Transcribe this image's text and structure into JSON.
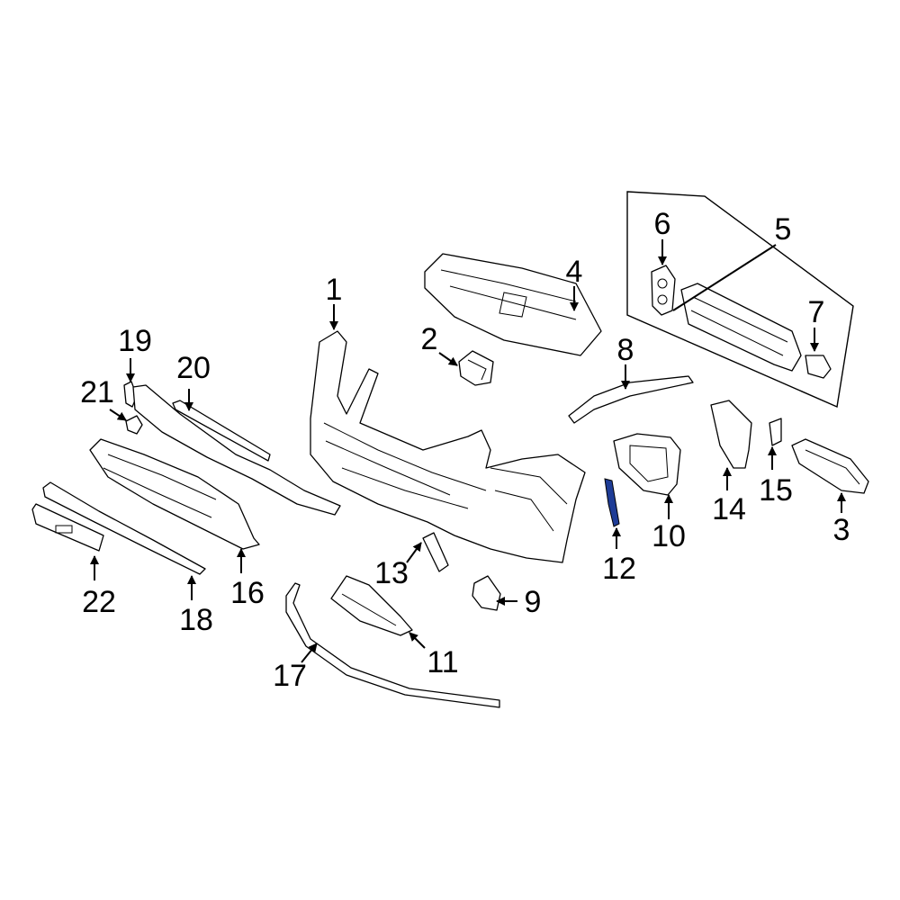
{
  "callouts": {
    "c1": "1",
    "c2": "2",
    "c3": "3",
    "c4": "4",
    "c5": "5",
    "c6": "6",
    "c7": "7",
    "c8": "8",
    "c9": "9",
    "c10": "10",
    "c11": "11",
    "c12": "12",
    "c13": "13",
    "c14": "14",
    "c15": "15",
    "c16": "16",
    "c17": "17",
    "c18": "18",
    "c19": "19",
    "c20": "20",
    "c21": "21",
    "c22": "22"
  },
  "colors": {
    "line": "#000000",
    "background": "#ffffff",
    "highlight": "#1e3c96"
  },
  "highlighted_part": "12"
}
